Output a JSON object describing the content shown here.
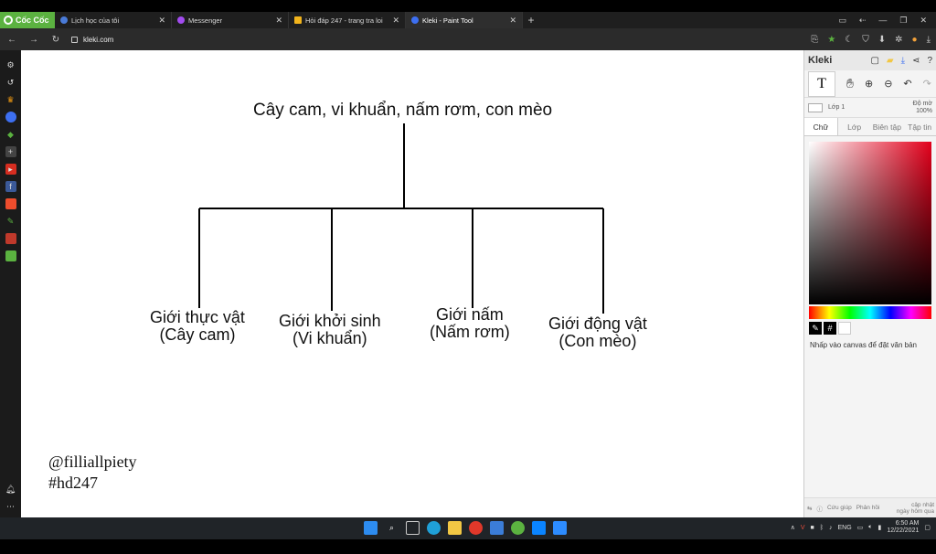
{
  "browser": {
    "brand": "Cốc Cốc",
    "tabs": [
      {
        "label": "Lịch học của tôi",
        "color": "#4a7bd8"
      },
      {
        "label": "Messenger",
        "color": "#a34cf0"
      },
      {
        "label": "Hỏi đáp 247 - trang tra loi",
        "color": "#f2b41c"
      },
      {
        "label": "Kleki - Paint Tool",
        "color": "#3d6ff1"
      }
    ],
    "url": "kleki.com"
  },
  "diagram": {
    "root": "Cây cam, vi khuẩn, nấm rơm, con mèo",
    "children": [
      {
        "line1": "Giới thực vật",
        "line2": "(Cây cam)"
      },
      {
        "line1": "Giới khởi sinh",
        "line2": "(Vi khuẩn)"
      },
      {
        "line1": "Giới nấm",
        "line2": "(Nấm rơm)"
      },
      {
        "line1": "Giới động vật",
        "line2": "(Con mèo)"
      }
    ]
  },
  "signature": {
    "line1": "@filliallpiety",
    "line2": "#hd247"
  },
  "panel": {
    "brand": "Kleki",
    "layer_name": "Lớp 1",
    "opacity_label": "Độ mờ",
    "opacity_value": "100%",
    "tabs": [
      "Chữ",
      "Lớp",
      "Biên tập",
      "Tập tin"
    ],
    "hint": "Nhấp vào canvas để đặt văn bản",
    "help": "Cứu giúp",
    "feedback": "Phản hồi",
    "update_line1": "cập nhật",
    "update_line2": "ngày hôm qua",
    "hex_symbol": "#"
  },
  "taskbar": {
    "lang": "ENG",
    "time": "6:50 AM",
    "date": "12/22/2021"
  }
}
